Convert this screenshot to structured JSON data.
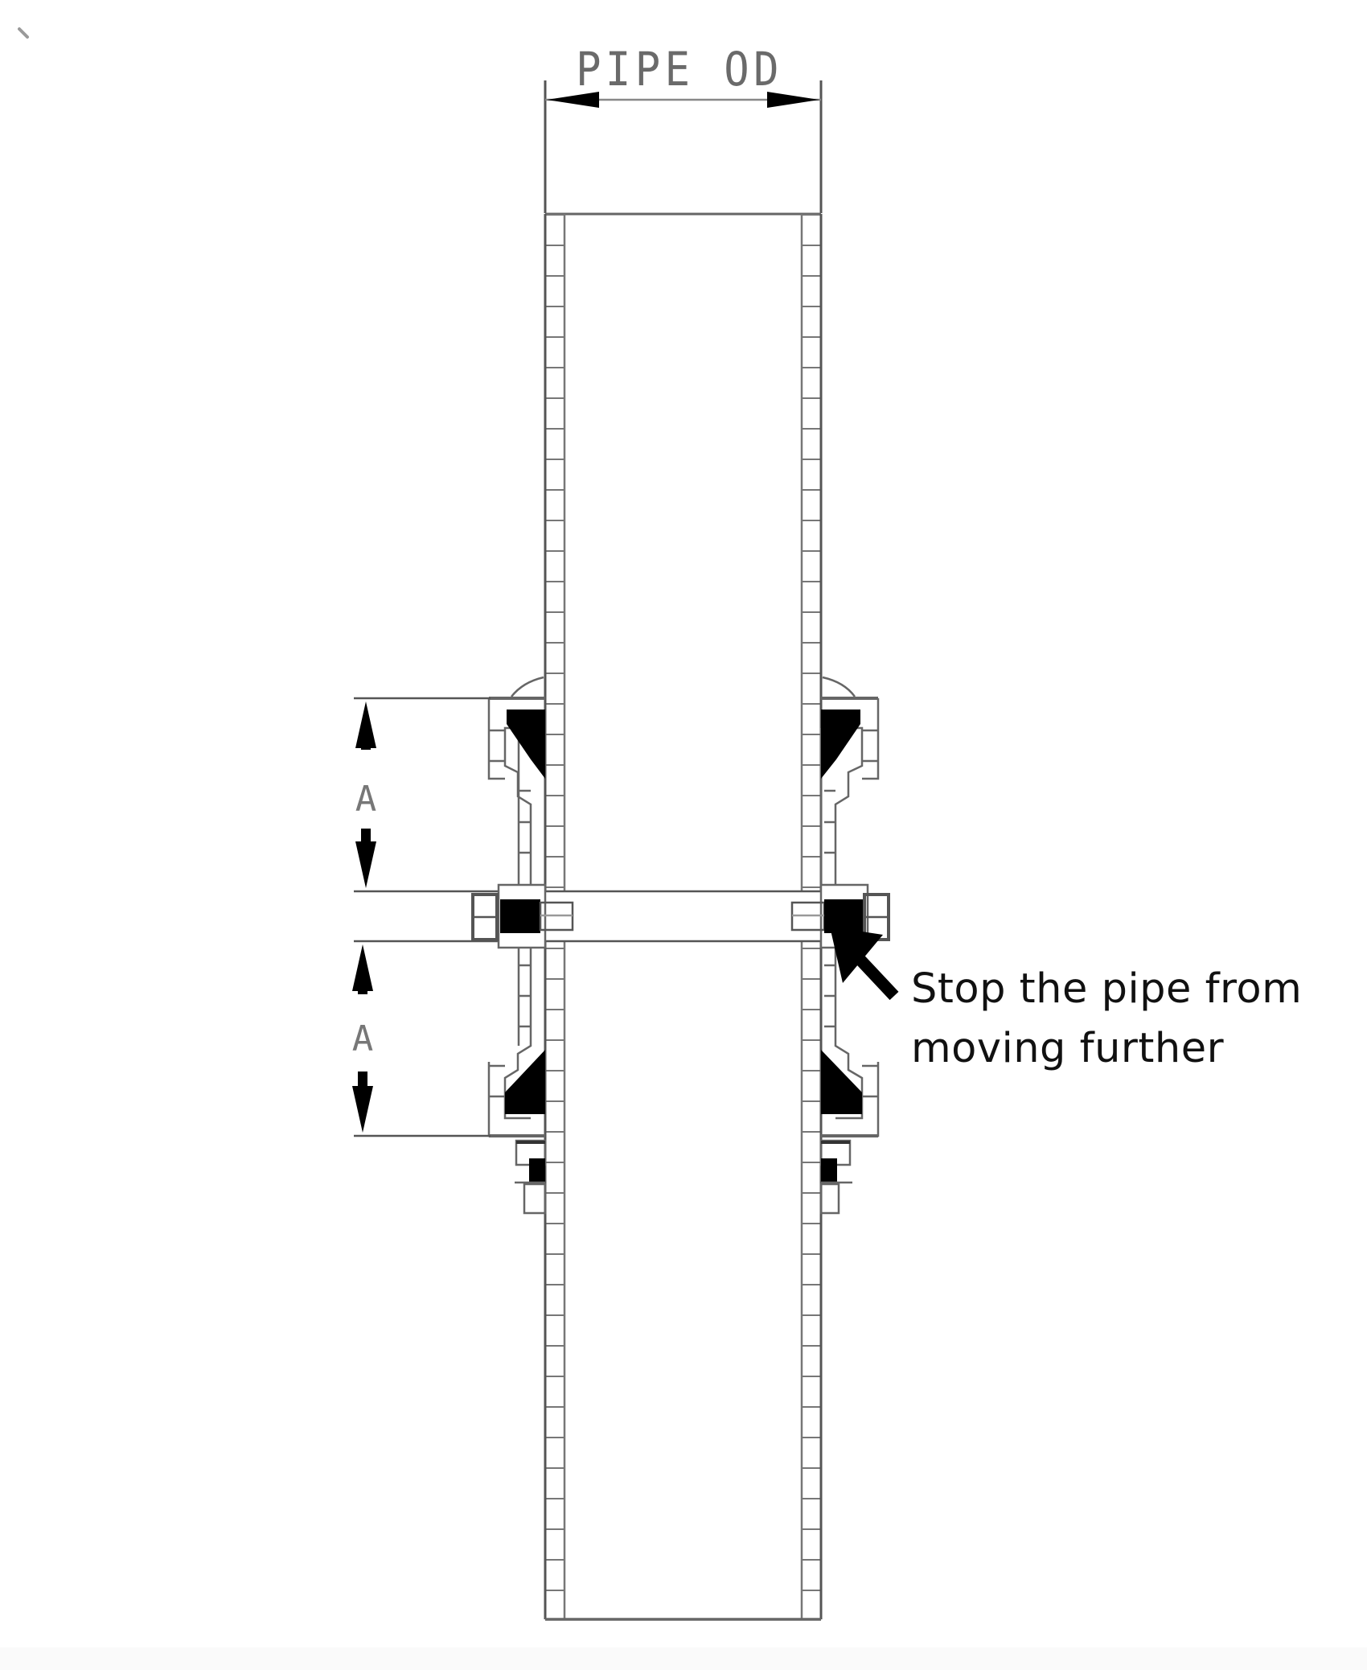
{
  "diagram": {
    "type": "technical-section-drawing",
    "subject": "Pipe with coupling stop and sealing gaskets",
    "dimension_labels": {
      "pipe_od": "PIPE OD",
      "upper_a": "A",
      "lower_a": "A"
    },
    "annotation": {
      "line1": "Stop the pipe from",
      "line2": "moving further"
    },
    "colors": {
      "line": "#555555",
      "fill_dark": "#000000",
      "dimension_text": "#6a6a6a",
      "annotation_text": "#111111",
      "background": "#ffffff"
    }
  }
}
